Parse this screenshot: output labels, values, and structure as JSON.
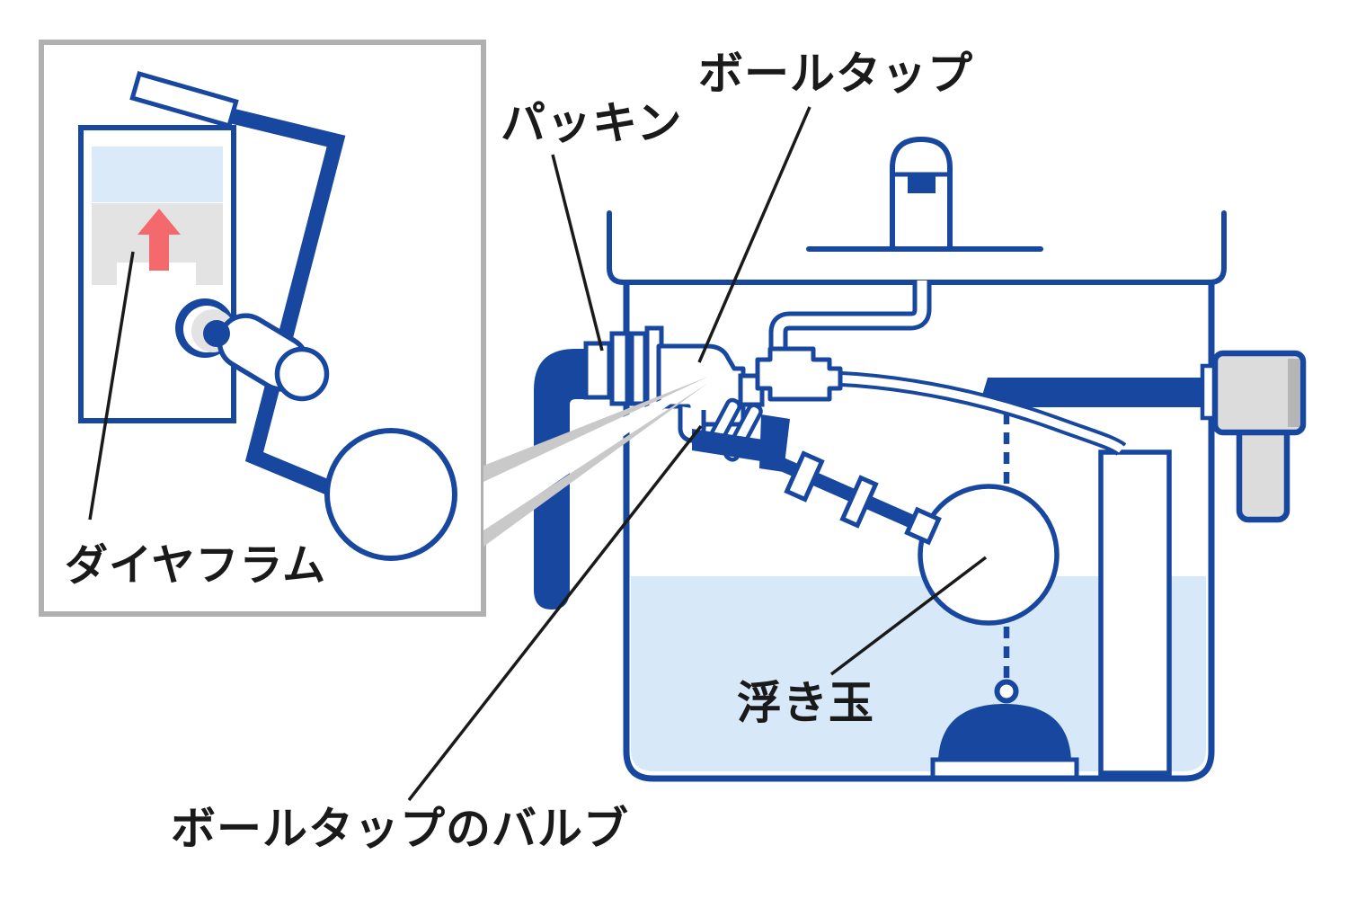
{
  "figure": {
    "description": "toilet-tank ball-tap mechanism diagram",
    "labels": {
      "packing": "パッキン",
      "ball_tap": "ボールタップ",
      "diaphragm": "ダイヤフラム",
      "float_ball": "浮き玉",
      "ball_tap_valve": "ボールタップのバルブ"
    }
  },
  "colors": {
    "line_blue": "#17479e",
    "water_blue": "#d7e9f8",
    "inset_water_blue": "#daeaf8",
    "diaphragm_gray": "#e3e3e3",
    "arrow_red": "#f4696b",
    "handle_gray": "#dcdcdc",
    "handle_cap_gray": "#b5b5b5",
    "inset_border_gray": "#b0b0b0",
    "callout_gray": "#c9c9c9",
    "label_ink": "#1a1a1a"
  }
}
